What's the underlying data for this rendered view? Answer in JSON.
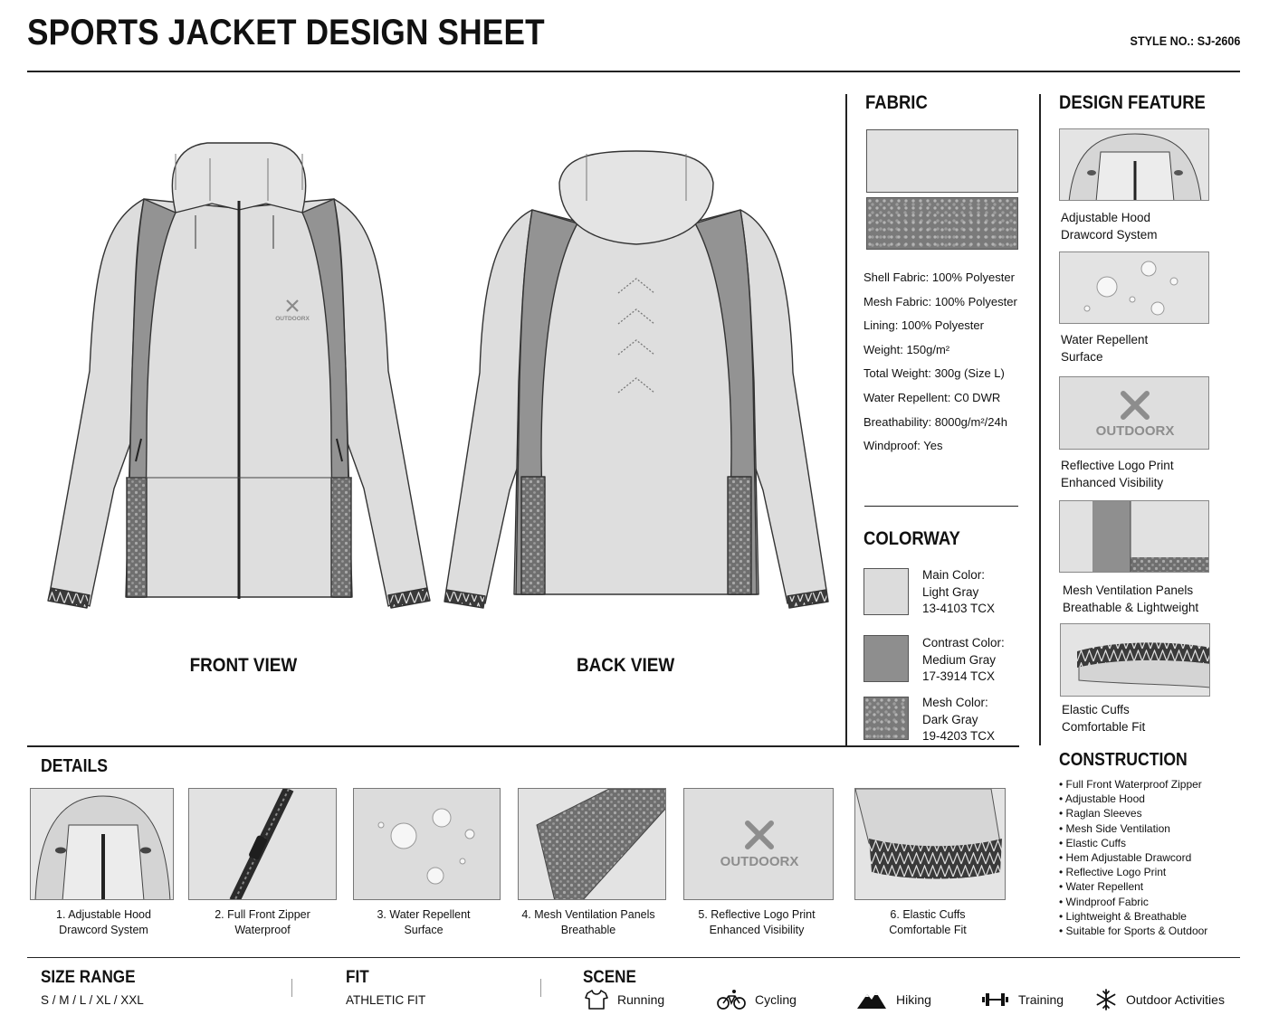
{
  "header": {
    "title": "SPORTS JACKET DESIGN SHEET",
    "style_no": "STYLE NO.: SJ-2606"
  },
  "views": {
    "front_label": "FRONT VIEW",
    "back_label": "BACK VIEW",
    "chest_logo_text": "OUTDOORX"
  },
  "fabric": {
    "title": "FABRIC",
    "specs": [
      "Shell Fabric: 100% Polyester",
      "Mesh Fabric: 100% Polyester",
      "Lining: 100% Polyester",
      "Weight: 150g/m²",
      "Total Weight: 300g (Size L)",
      "Water Repellent: C0 DWR",
      "Breathability: 8000g/m²/24h",
      "Windproof: Yes"
    ]
  },
  "colorway": {
    "title": "COLORWAY",
    "colors": [
      {
        "lines": [
          "Main Color:",
          "Light Gray",
          "13-4103 TCX"
        ],
        "hex": "#dcdcdc"
      },
      {
        "lines": [
          "Contrast Color:",
          "Medium Gray",
          "17-3914 TCX"
        ],
        "hex": "#8e8e8e"
      },
      {
        "lines": [
          "Mesh Color:",
          "Dark Gray",
          "19-4203 TCX"
        ],
        "hex": "#6e6e6e"
      }
    ]
  },
  "design_feature": {
    "title": "DESIGN FEATURE",
    "logo_text": "OUTDOORX",
    "items": [
      {
        "line1": "Adjustable Hood",
        "line2": "Drawcord System"
      },
      {
        "line1": "Water Repellent",
        "line2": "Surface"
      },
      {
        "line1": "Reflective Logo Print",
        "line2": "Enhanced Visibility"
      },
      {
        "line1": "Mesh Ventilation Panels",
        "line2": "Breathable & Lightweight"
      },
      {
        "line1": "Elastic Cuffs",
        "line2": "Comfortable Fit"
      }
    ]
  },
  "construction": {
    "title": "CONSTRUCTION",
    "items": [
      "• Full Front Waterproof Zipper",
      "• Adjustable Hood",
      "• Raglan Sleeves",
      "• Mesh Side Ventilation",
      "• Elastic Cuffs",
      "• Hem Adjustable Drawcord",
      "• Reflective Logo Print",
      "• Water Repellent",
      "• Windproof Fabric",
      "• Lightweight & Breathable",
      "• Suitable for Sports & Outdoor"
    ]
  },
  "details": {
    "title": "DETAILS",
    "logo_text": "OUTDOORX",
    "items": [
      {
        "line1": "1. Adjustable Hood",
        "line2": "Drawcord System"
      },
      {
        "line1": "2. Full Front Zipper",
        "line2": "Waterproof"
      },
      {
        "line1": "3. Water Repellent",
        "line2": "Surface"
      },
      {
        "line1": "4. Mesh Ventilation Panels",
        "line2": "Breathable"
      },
      {
        "line1": "5. Reflective Logo Print",
        "line2": "Enhanced Visibility"
      },
      {
        "line1": "6. Elastic Cuffs",
        "line2": "Comfortable Fit"
      }
    ]
  },
  "size_range": {
    "title": "SIZE RANGE",
    "value": "S / M / L / XL / XXL"
  },
  "fit": {
    "title": "FIT",
    "value": "ATHLETIC FIT"
  },
  "scene": {
    "title": "SCENE",
    "items": [
      {
        "label": "Running",
        "icon": "tshirt-icon"
      },
      {
        "label": "Cycling",
        "icon": "bicycle-icon"
      },
      {
        "label": "Hiking",
        "icon": "mountain-icon"
      },
      {
        "label": "Training",
        "icon": "dumbbell-icon"
      },
      {
        "label": "Outdoor Activities",
        "icon": "snowflake-icon"
      }
    ]
  }
}
